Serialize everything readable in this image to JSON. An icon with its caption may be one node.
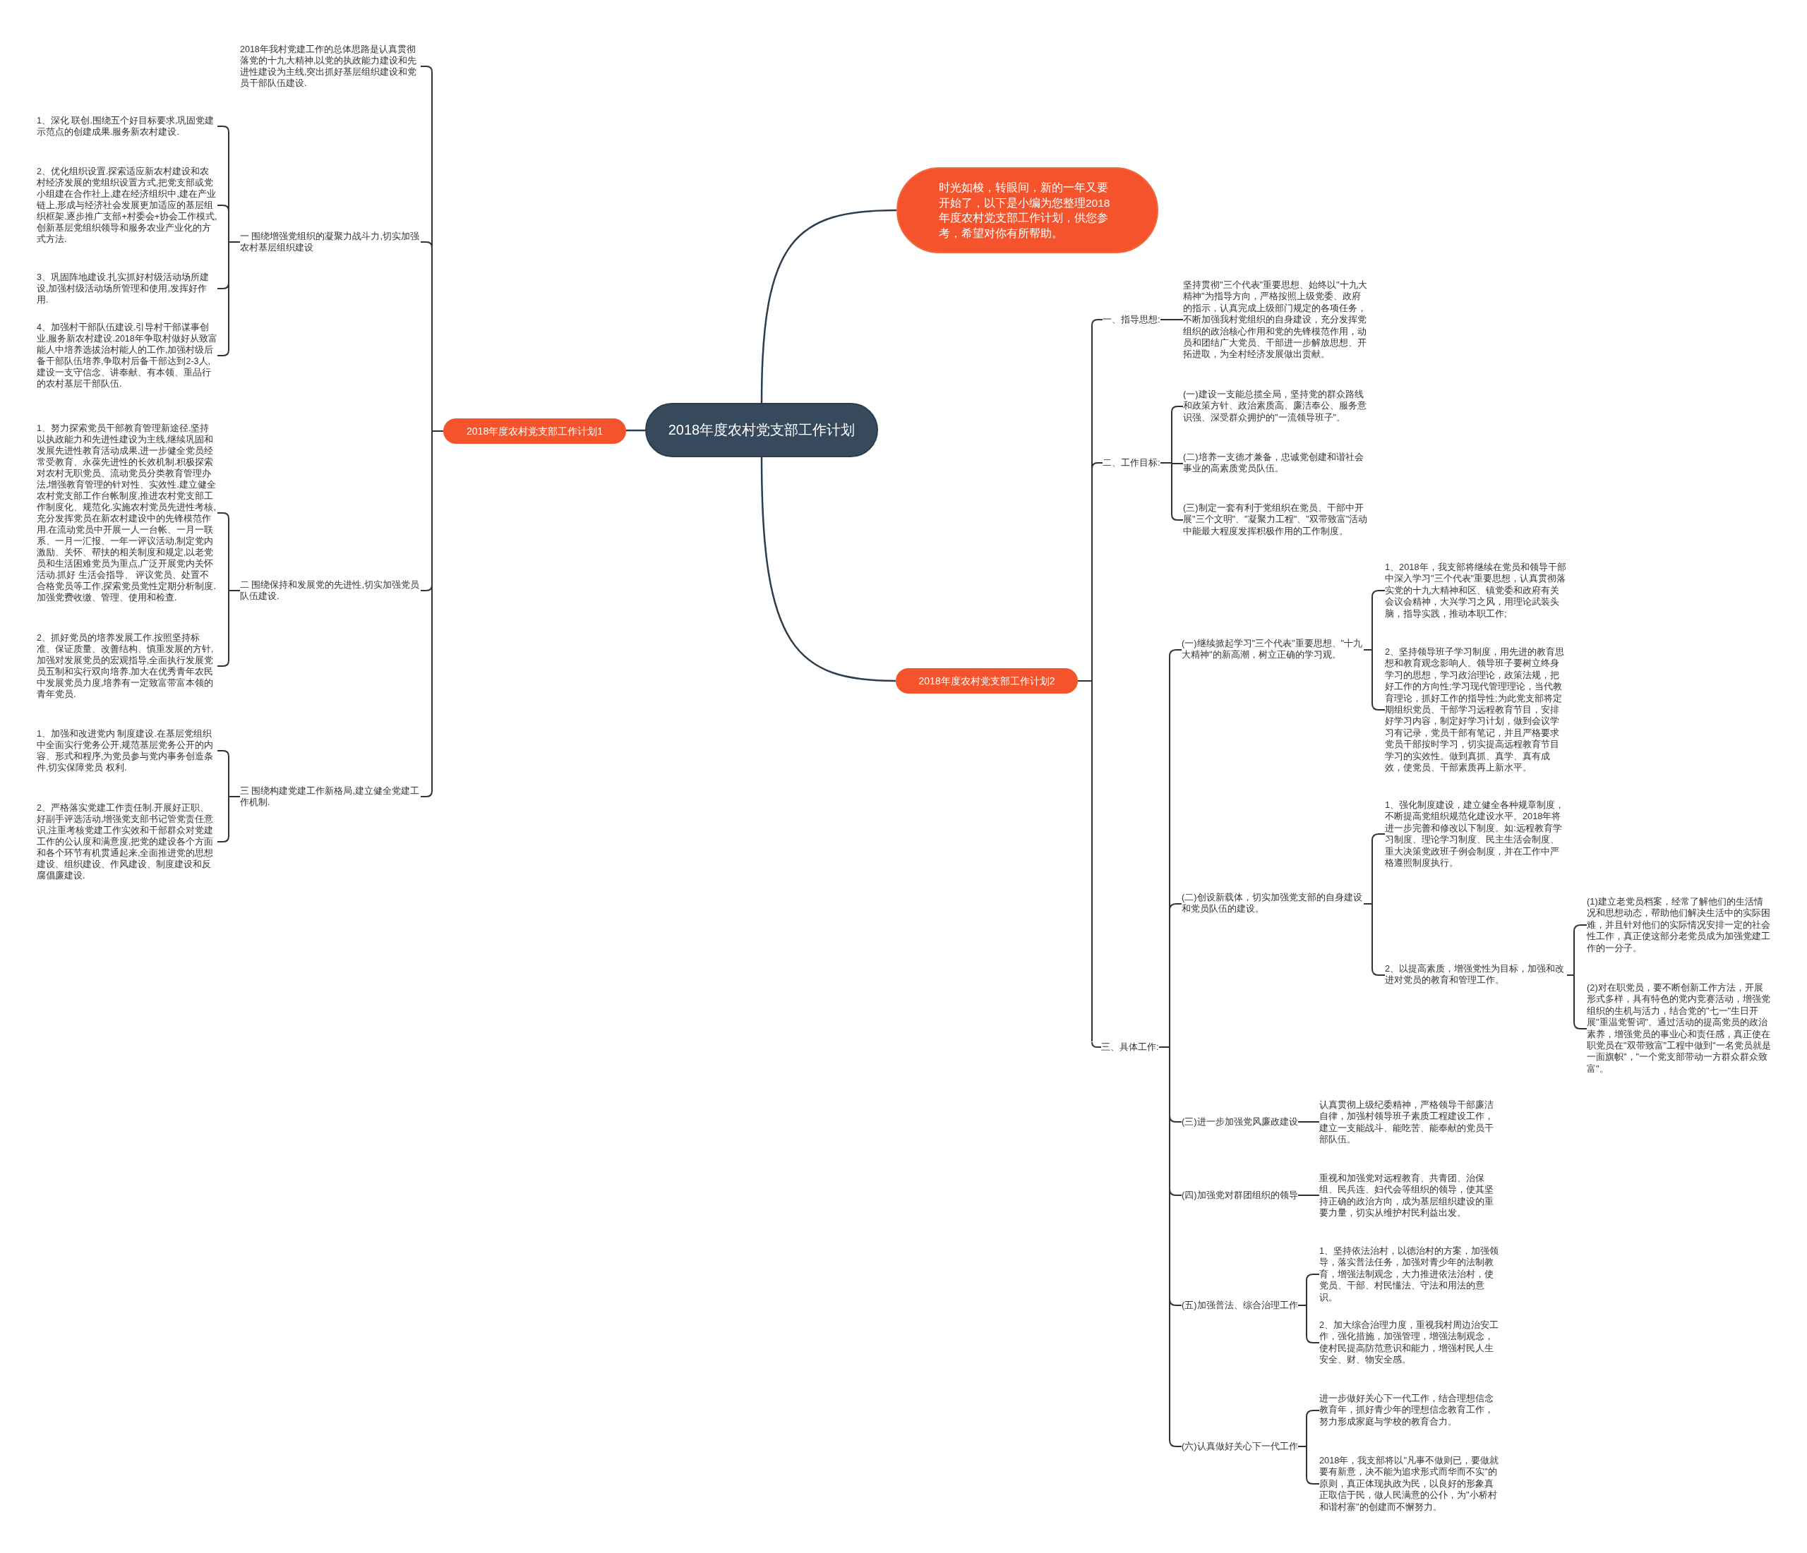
{
  "diagram": {
    "nodes": [
      {
        "text": [
          "2018年度农村党支部工作计划"
        ]
      },
      {
        "text": [
          "时光如梭，转眼间，新的一年又要开始了，以下是小编为您整理2018年度农村党支部工作计划，供您参考，希望对你有所帮助。"
        ]
      },
      {
        "text": [
          "2018年度农村党支部工作计划1"
        ]
      },
      {
        "text": [
          "2018年度农村党支部工作计划2"
        ]
      },
      {
        "text": [
          "2018年我村党建工作的总体思路是认真贯彻落党的十九大精神,以党的执政能力建设和先进性建设为主线,突出抓好基层组织建设和党员干部队伍建设."
        ]
      },
      {
        "text": [
          "一 围绕增强党组织的凝聚力战斗力,切实加强农村基层组织建设"
        ]
      },
      {
        "text": [
          "1、深化 联创.围绕五个好目标要求,巩固党建示范点的创建成果.服务新农村建设."
        ]
      },
      {
        "text": [
          "2、优化组织设置.探索适应新农村建设和农村经济发展的党组织设置方式,把党支部或党小组建在合作社上,建在经济组织中,建在产业链上,形成与经济社会发展更加适应的基层组织框架.逐步推广支部+村委会+协会工作模式,创新基层党组织领导和服务农业产业化的方式方法."
        ]
      },
      {
        "text": [
          "3、巩固阵地建设.扎实抓好村级活动场所建设,加强村级活动场所管理和使用,发挥好作用."
        ]
      },
      {
        "text": [
          "4、加强村干部队伍建设.引导村干部谋事创业,服务新农村建设.2018年争取村做好从致富能人中培养选拔治村能人的工作,加强村级后备干部队伍培养,争取村后备干部达到2-3人,建设一支守信念、讲奉献、有本领、重品行的农村基层干部队伍."
        ]
      },
      {
        "text": [
          "二 围绕保持和发展党的先进性,切实加强党员队伍建设."
        ]
      },
      {
        "text": [
          "1、努力探索党员干部教育管理新途径.坚持以执政能力和先进性建设为主线,继续巩固和发展先进性教育活动成果,进一步健全党员经常受教育、永葆先进性的长效机制.积极探索对农村无职党员、流动党员分类教育管理办法,增强教育管理的针对性、实效性.建立健全农村党支部工作台帐制度,推进农村党支部工作制度化、规范化.实施农村党员先进性考核,充分发挥党员在新农村建设中的先锋模范作用.在流动党员中开展一人一台帐、一月一联系、一月一汇报、一年一评议活动,制定党内激励、关怀、帮扶的相关制度和规定,以老党员和生活困难党员为重点,广泛开展党内关怀活动.抓好 生活会指导、 评议党员、处置不合格党员等工作,探索党员党性定期分析制度.加强党费收缴、管理、使用和检查."
        ]
      },
      {
        "text": [
          "2、抓好党员的培养发展工作.按照坚持标准、保证质量、改善结构、慎重发展的方针,加强对发展党员的宏观指导,全面执行发展党员五制和实行双向培养.加大在优秀青年农民中发展党员力度,培养有一定致富带富本领的青年党员."
        ]
      },
      {
        "text": [
          "三 围绕构建党建工作新格局,建立健全党建工作机制."
        ]
      },
      {
        "text": [
          "1、加强和改进党内 制度建设.在基层党组织中全面实行党务公开,规范基层党务公开的内容、形式和程序,为党员参与党内事务创造条件,切实保障党员 权利."
        ]
      },
      {
        "text": [
          "2、严格落实党建工作责任制.开展好正职、好副手评选活动,增强党支部书记管党责任意识,注重考核党建工作实效和干部群众对党建工作的公认度和满意度,把党的建设各个方面和各个环节有机贯通起来,全面推进党的思想建设、组织建设、作风建设、制度建设和反腐倡廉建设."
        ]
      },
      {
        "text": [
          "一、指导思想:"
        ]
      },
      {
        "text": [
          "坚持贯彻\"三个代表\"重要思想、始终以\"十九大精神\"为指导方向，严格按照上级党委、政府的指示，认真完成上级部门规定的各项任务，不断加强我村党组织的自身建设，充分发挥党组织的政治核心作用和党的先锋模范作用，动员和团结广大党员、干部进一步解放思想、开拓进取，为全村经济发展做出贡献。"
        ]
      },
      {
        "text": [
          "二、工作目标:"
        ]
      },
      {
        "text": [
          "(一)建设一支能总揽全局，坚持党的群众路线和政策方针、政治素质高、廉洁奉公、服务意识强、深受群众拥护的\"一流领导班子\"。"
        ]
      },
      {
        "text": [
          "(二)培养一支德才兼备，忠诚党创建和谐社会事业的高素质党员队伍。"
        ]
      },
      {
        "text": [
          "(三)制定一套有利于党组织在党员、干部中开展\"三个文明\"、\"凝聚力工程\"、\"双带致富\"活动中能最大程度发挥积极作用的工作制度。"
        ]
      },
      {
        "text": [
          "三、具体工作:"
        ]
      },
      {
        "text": [
          "(一)继续掀起学习\"三个代表\"重要思想、\"十九大精神\"的新高潮，树立正确的学习观。"
        ]
      },
      {
        "text": [
          "1、2018年，我支部将继续在党员和领导干部中深入学习\"三个代表\"重要思想，认真贯彻落实党的十九大精神和区、镇党委和政府有关会议会精神，大兴学习之风，用理论武装头脑，指导实践，推动本职工作;"
        ]
      },
      {
        "text": [
          "2、坚持领导班子学习制度，用先进的教育思想和教育观念影响人。领导班子要树立终身学习的思想，学习政治理论，政策法规，把好工作的方向性;学习现代管理理论，当代教育理论，抓好工作的指导性;为此党支部将定期组织党员、干部学习远程教育节目，安排好学习内容，制定好学习计划，做到会议学习有记录，党员干部有笔记，并且严格要求党员干部按时学习，切实提高远程教育节目学习的实效性。做到真抓、真学、真有成效，使党员、干部素质再上新水平。"
        ]
      },
      {
        "text": [
          "(二)创设新载体，切实加强党支部的自身建设和党员队伍的建设。"
        ]
      },
      {
        "text": [
          "1、强化制度建设，建立健全各种规章制度，不断提高党组织规范化建设水平。2018年将进一步完善和修改以下制度。如:远程教育学习制度、理论学习制度、民主生活会制度、重大决策党政班子例会制度，并在工作中严格遵照制度执行。"
        ]
      },
      {
        "text": [
          "2、以提高素质，增强党性为目标，加强和改进对党员的教育和管理工作。"
        ]
      },
      {
        "text": [
          "(1)建立老党员档案，经常了解他们的生活情况和思想动态，帮助他们解决生活中的实际困难，并且针对他们的实际情况安排一定的社会性工作，真正使这部分老党员成为加强党建工作的一分子。"
        ]
      },
      {
        "text": [
          "(2)对在职党员，要不断创新工作方法，开展形式多样，具有特色的党内竞赛活动，增强党组织的生机与活力，结合党的\"七一\"生日开展\"重温党誓词\"。通过活动的提高党员的政治素养，增强党员的事业心和责任感，真正使在职党员在\"双带致富\"工程中做到\"一名党员就是一面旗帜\"，\"一个党支部带动一方群众群众致富\"。"
        ]
      },
      {
        "text": [
          "(三)进一步加强党风廉政建设"
        ]
      },
      {
        "text": [
          "认真贯彻上级纪委精神，严格领导干部廉洁自律，加强村领导班子素质工程建设工作，建立一支能战斗、能吃苦、能奉献的党员干部队伍。"
        ]
      },
      {
        "text": [
          "(四)加强党对群团组织的领导"
        ]
      },
      {
        "text": [
          "重视和加强党对远程教育、共青团、治保组、民兵连、妇代会等组织的领导，使其坚持正确的政治方向，成为基层组织建设的重要力量，切实从维护村民利益出发。"
        ]
      },
      {
        "text": [
          "(五)加强普法、综合治理工作"
        ]
      },
      {
        "text": [
          "1、坚持依法治村，以德治村的方案，加强领导，落实普法任务，加强对青少年的法制教育，增强法制观念，大力推进依法治村，使党员、干部、村民懂法、守法和用法的意识。"
        ]
      },
      {
        "text": [
          "2、加大综合治理力度，重视我村周边治安工作，强化措施，加强管理，增强法制观念，使村民提高防范意识和能力，增强村民人生安全、财、物安全感。"
        ]
      },
      {
        "text": [
          "(六)认真做好关心下一代工作"
        ]
      },
      {
        "text": [
          "进一步做好关心下一代工作，结合理想信念教育年，抓好青少年的理想信念教育工作，努力形成家庭与学校的教育合力。"
        ]
      },
      {
        "text": [
          "2018年，我支部将以\"凡事不做则已，要做就要有新意，决不能为追求形式而华而不实\"的原则，真正体现执政为民，以良好的形象真正取信于民，做人民满意的公仆，为\"小桥村和谐村寨\"的创建而不懈努力。"
        ]
      }
    ],
    "edges": [
      {
        "from": 0,
        "to": 1,
        "arrow": "none"
      },
      {
        "from": 0,
        "to": 2,
        "arrow": "none"
      },
      {
        "from": 0,
        "to": 3,
        "arrow": "none"
      },
      {
        "from": 2,
        "to": 4,
        "arrow": "none"
      },
      {
        "from": 2,
        "to": 5,
        "arrow": "none"
      },
      {
        "from": 5,
        "to": 6,
        "arrow": "none"
      },
      {
        "from": 5,
        "to": 7,
        "arrow": "none"
      },
      {
        "from": 5,
        "to": 8,
        "arrow": "none"
      },
      {
        "from": 5,
        "to": 9,
        "arrow": "none"
      },
      {
        "from": 2,
        "to": 10,
        "arrow": "none"
      },
      {
        "from": 10,
        "to": 11,
        "arrow": "none"
      },
      {
        "from": 10,
        "to": 12,
        "arrow": "none"
      },
      {
        "from": 2,
        "to": 13,
        "arrow": "none"
      },
      {
        "from": 13,
        "to": 14,
        "arrow": "none"
      },
      {
        "from": 13,
        "to": 15,
        "arrow": "none"
      },
      {
        "from": 3,
        "to": 16,
        "arrow": "none"
      },
      {
        "from": 16,
        "to": 17,
        "arrow": "none"
      },
      {
        "from": 3,
        "to": 18,
        "arrow": "none"
      },
      {
        "from": 18,
        "to": 19,
        "arrow": "none"
      },
      {
        "from": 18,
        "to": 20,
        "arrow": "none"
      },
      {
        "from": 18,
        "to": 21,
        "arrow": "none"
      },
      {
        "from": 3,
        "to": 22,
        "arrow": "none"
      },
      {
        "from": 22,
        "to": 23,
        "arrow": "none"
      },
      {
        "from": 23,
        "to": 24,
        "arrow": "none"
      },
      {
        "from": 23,
        "to": 25,
        "arrow": "none"
      },
      {
        "from": 22,
        "to": 26,
        "arrow": "none"
      },
      {
        "from": 26,
        "to": 27,
        "arrow": "none"
      },
      {
        "from": 26,
        "to": 28,
        "arrow": "none"
      },
      {
        "from": 28,
        "to": 29,
        "arrow": "none"
      },
      {
        "from": 28,
        "to": 30,
        "arrow": "none"
      },
      {
        "from": 22,
        "to": 31,
        "arrow": "none"
      },
      {
        "from": 31,
        "to": 32,
        "arrow": "none"
      },
      {
        "from": 22,
        "to": 33,
        "arrow": "none"
      },
      {
        "from": 33,
        "to": 34,
        "arrow": "none"
      },
      {
        "from": 22,
        "to": 35,
        "arrow": "none"
      },
      {
        "from": 35,
        "to": 36,
        "arrow": "none"
      },
      {
        "from": 35,
        "to": 37,
        "arrow": "none"
      },
      {
        "from": 22,
        "to": 38,
        "arrow": "none"
      },
      {
        "from": 38,
        "to": 39,
        "arrow": "none"
      },
      {
        "from": 38,
        "to": 40,
        "arrow": "none"
      }
    ]
  }
}
